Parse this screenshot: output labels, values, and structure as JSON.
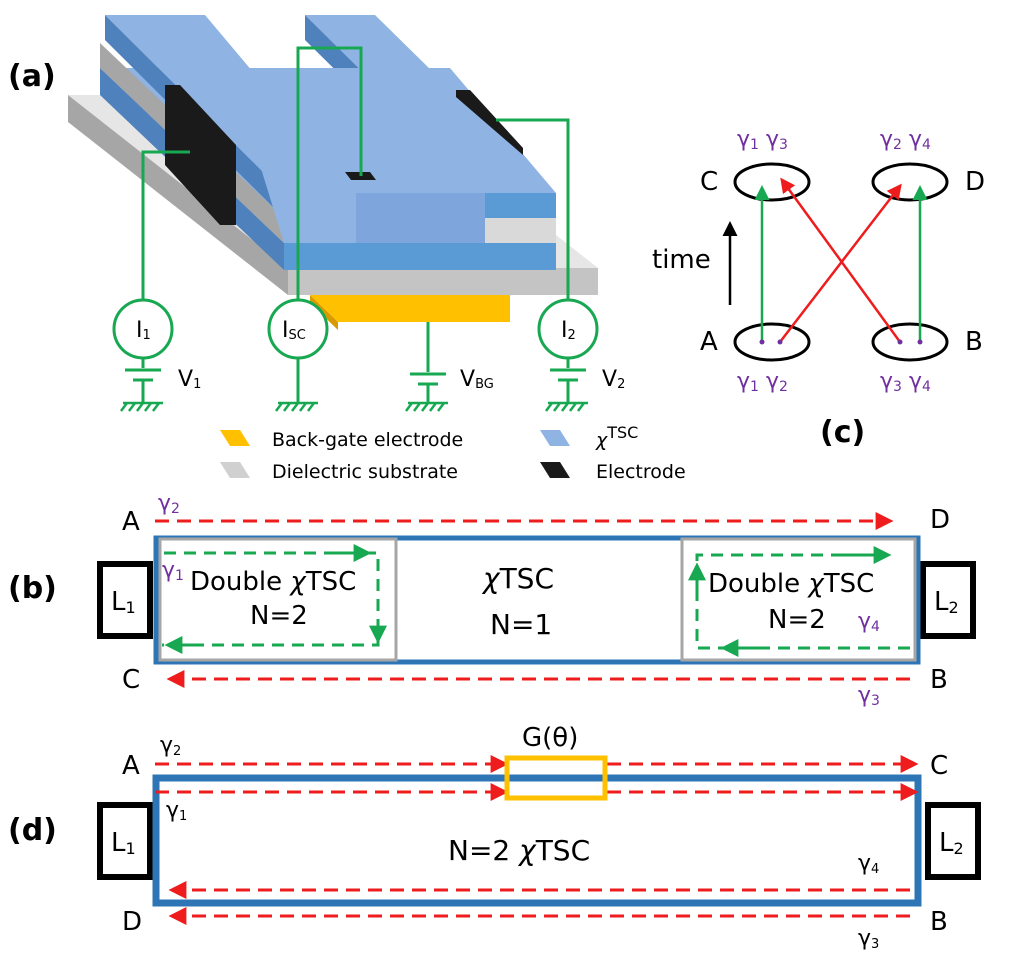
{
  "panels": {
    "a": "(a)",
    "b": "(b)",
    "c": "(c)",
    "d": "(d)"
  },
  "panel_a": {
    "sources": [
      {
        "main": "I",
        "sub": "1"
      },
      {
        "main": "I",
        "sub": "SC"
      },
      {
        "main": "I",
        "sub": "2"
      }
    ],
    "voltages": [
      {
        "main": "V",
        "sub": "1"
      },
      {
        "main": "V",
        "sub": "BG"
      },
      {
        "main": "V",
        "sub": "2"
      }
    ],
    "legend": [
      {
        "name": "Back-gate electrode",
        "color": "#ffc000"
      },
      {
        "name": "χTSC",
        "color": "#8fb4e3"
      },
      {
        "name": "Dielectric substrate",
        "color": "#d0d0d0"
      },
      {
        "name": "Electrode",
        "color": "#1a1a1a"
      }
    ],
    "chi_symbol": "χ",
    "chi_text": "TSC"
  },
  "panel_c": {
    "nodes": [
      "C",
      "D",
      "A",
      "B"
    ],
    "gamma": "γ",
    "top_left": [
      "1",
      "3"
    ],
    "top_right": [
      "2",
      "4"
    ],
    "bottom_left": [
      "1",
      "2"
    ],
    "bottom_right": [
      "3",
      "4"
    ],
    "time_label": "time"
  },
  "panel_b": {
    "corners": [
      "A",
      "D",
      "C",
      "B"
    ],
    "leads": [
      {
        "main": "L",
        "sub": "1"
      },
      {
        "main": "L",
        "sub": "2"
      }
    ],
    "left_box": {
      "line1_a": "Double ",
      "line1_b": "χ",
      "line1_c": "TSC",
      "line2": "N=2"
    },
    "center": {
      "line1_a": "χ",
      "line1_b": "TSC",
      "line2": "N=1"
    },
    "right_box": {
      "line1_a": "Double ",
      "line1_b": "χ",
      "line1_c": "TSC",
      "line2": "N=2"
    },
    "gamma_labels": [
      "2",
      "1",
      "4",
      "3"
    ]
  },
  "panel_d": {
    "corners": [
      "A",
      "C",
      "D",
      "B"
    ],
    "leads": [
      {
        "main": "L",
        "sub": "1"
      },
      {
        "main": "L",
        "sub": "2"
      }
    ],
    "gate": "G(θ)",
    "center_a": "N=2  ",
    "center_b": "χ",
    "center_c": "TSC",
    "gamma_labels": [
      "2",
      "1",
      "4",
      "3"
    ]
  },
  "colors": {
    "blue_layer": "#8fb4e3",
    "blue_edge": "#4f81bd",
    "grey": "#d0d0d0",
    "green": "#17a851",
    "red": "#ee1c1c",
    "gold": "#ffc000",
    "wire_blue": "#2e75b6",
    "purple": "#7030a0"
  }
}
